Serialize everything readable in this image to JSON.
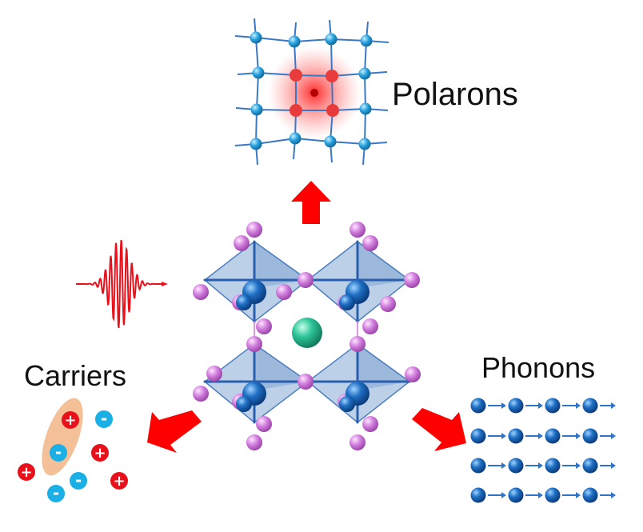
{
  "labels": {
    "polarons": "Polarons",
    "carriers": "Carriers",
    "phonons": "Phonons"
  },
  "charges": {
    "plus": "+",
    "minus": "-"
  },
  "colors": {
    "atom_blue": "#1e6fc4",
    "atom_cyan": "#29a3df",
    "atom_purple": "#d27ede",
    "atom_green": "#2fc59a",
    "arrow_red": "#ff0000",
    "positive_red": "#e8111b",
    "negative_cyan": "#1ab0e6",
    "octahedron_blue": "#5f8ec9",
    "ellipse_peach": "#f4c098"
  },
  "icons": [
    "polaron-lattice-icon",
    "light-pulse-icon",
    "perovskite-crystal-icon",
    "carrier-charges-icon",
    "phonon-atoms-icon"
  ]
}
